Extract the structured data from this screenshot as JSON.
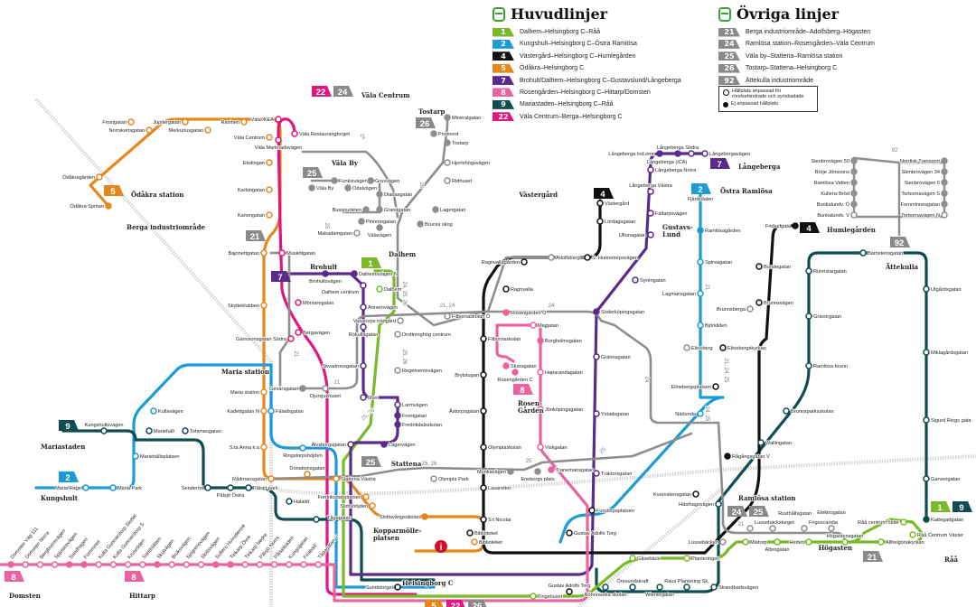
{
  "legend_main": {
    "title": "Huvudlinjer",
    "icon": "bus-icon",
    "lines": [
      {
        "number": "1",
        "color": "#7ab929",
        "route": "Dalhem–Helsingborg C–Råå"
      },
      {
        "number": "2",
        "color": "#1d9bd7",
        "route": "Kungshult–Helsingborg C–Östra Ramlösa"
      },
      {
        "number": "4",
        "color": "#111111",
        "route": "Västergård–Helsingborg C–Humlegården"
      },
      {
        "number": "5",
        "color": "#e5871d",
        "route": "Ödåkra–Helsingborg C"
      },
      {
        "number": "7",
        "color": "#5a2b8a",
        "route": "Brohult/Dalhem–Helsingborg C–Gustavslund/Långeberga"
      },
      {
        "number": "8",
        "color": "#e9649f",
        "route": "Rosengården–Helsingborg C–Hittarp/Domsten"
      },
      {
        "number": "9",
        "color": "#0f4d52",
        "route": "Mariastaden–Helsingborg C–Råå"
      },
      {
        "number": "22",
        "color": "#e0177f",
        "route": "Väla Centrum–Berga–Helsingborg C"
      }
    ]
  },
  "legend_other": {
    "title": "Övriga linjer",
    "icon": "bus-icon",
    "lines": [
      {
        "number": "21",
        "color": "#8a8a8a",
        "route": "Berga industriområde–Adolfsberg–Högasten"
      },
      {
        "number": "24",
        "color": "#8a8a8a",
        "route": "Ramlösa station–Rosengården–Väla Centrum"
      },
      {
        "number": "25",
        "color": "#8a8a8a",
        "route": "Väla by–Stattena–Ramlösa station"
      },
      {
        "number": "26",
        "color": "#8a8a8a",
        "route": "Tostarp–Stattena–Helsingborg C"
      },
      {
        "number": "92",
        "color": "#8a8a8a",
        "route": "Ättekulla industriområde"
      }
    ]
  },
  "key": {
    "accessible": "Hållplats anpassad för rörelsehindrade och synskadade",
    "not_accessible": "Ej anpassad hållplats"
  },
  "terminals": [
    {
      "name": "Ödåkra station",
      "badges": [
        "5"
      ]
    },
    {
      "name": "Väla Centrum",
      "badges": [
        "22",
        "24"
      ]
    },
    {
      "name": "Väla By",
      "badges": [
        "25"
      ]
    },
    {
      "name": "Tostarp",
      "badges": [
        "26"
      ]
    },
    {
      "name": "Berga industriområde",
      "badges": [
        "21"
      ]
    },
    {
      "name": "Brohult",
      "badges": [
        "7"
      ]
    },
    {
      "name": "Dalhem",
      "badges": [
        "1"
      ]
    },
    {
      "name": "Västergård",
      "badges": [
        "4"
      ]
    },
    {
      "name": "Långeberga",
      "badges": [
        "7"
      ]
    },
    {
      "name": "Östra Ramlösa",
      "badges": [
        "2"
      ]
    },
    {
      "name": "Humlegården",
      "badges": [
        "4"
      ]
    },
    {
      "name": "Ättekulla",
      "badges": [
        "92"
      ]
    },
    {
      "name": "Mariastaden",
      "badges": [
        "9"
      ]
    },
    {
      "name": "Kungshult",
      "badges": [
        "2"
      ]
    },
    {
      "name": "Stattena",
      "badges": [
        "25"
      ]
    },
    {
      "name": "Rosen-Gården",
      "badges": [
        "8"
      ]
    },
    {
      "name": "Ramlösa station",
      "badges": [
        "24",
        "25"
      ]
    },
    {
      "name": "Högasten",
      "badges": [
        "21"
      ]
    },
    {
      "name": "Råå",
      "badges": [
        "1",
        "9"
      ]
    },
    {
      "name": "Domsten",
      "badges": [
        "8"
      ]
    },
    {
      "name": "Hittarp",
      "badges": [
        "8"
      ]
    },
    {
      "name": "Helsingborg C",
      "badges": [
        "5",
        "22",
        "26"
      ]
    },
    {
      "name": "Gustavs-Lund",
      "badges": []
    },
    {
      "name": "Maria station",
      "badges": []
    },
    {
      "name": "Kopparmölle-platsen",
      "badges": []
    }
  ],
  "segment_labels": [
    "24",
    "26",
    "25",
    "21, 24",
    "24",
    "24, 25, 26",
    "25, 26",
    "25, 26",
    "21",
    "21",
    "25, 26",
    "25",
    "24",
    "21",
    "24, 25",
    "21, 24, 25",
    "92",
    "21",
    "25"
  ],
  "info_icon": "i",
  "stations": {
    "line5": [
      "Ödåkra Spritan",
      "Ödåkragården",
      "Frostgatan",
      "Norrskensgatan",
      "Jupitergatan",
      "Merkuriusgatan",
      "Ravinen",
      "Väla Centrum",
      "Ekslingan",
      "Karbingatan",
      "Kanongatan",
      "Bajonettgatan",
      "Skytteklubben",
      "Maria station",
      "Kadettgatan N",
      "S:ta Anna k:a",
      "Rådmansgatan",
      "Donationsgatan",
      "Stattena Västra",
      "Fredriksdalsplatsen",
      "Slottshöjden",
      "Slottsvångsskolan",
      "Biblioteket"
    ],
    "line22": [
      "Väla IKEA",
      "Väla Marknadsvägen",
      "Väla Restaurangtorget",
      "Muskötgatan",
      "Garnisonsgatan Södra",
      "Mörsaregatan",
      "Bergavägen"
    ],
    "line25": [
      "Funkisvägen",
      "Gruvvägen",
      "Väla By",
      "Odalvägen",
      "Diabasgatan",
      "Busspunkten",
      "Granitgatan",
      "Pinnmogatan",
      "Välavägen",
      "Makadamgatan"
    ],
    "line26": [
      "Mineralgatan",
      "Postnord",
      "Tostarp",
      "Hjortshögsvägen",
      "Ridhuset",
      "Lagergatan",
      "Bruces skog",
      "Vasatorps trädgård",
      "Drottninghög centrum",
      "Regementsvägen",
      "Olympia Park"
    ],
    "line7": [
      "Brohultsvägen",
      "Dalhemsvägen N",
      "Dalhem centrum",
      "Annerovägen",
      "Rökullagatan",
      "Skvadronsgatan",
      "Maxi",
      "Larmvägen",
      "Frontgatan",
      "Fredrikdalsskolan",
      "Lägervägen",
      "Älvsborgsgatan",
      "Långeberga Ind.omr.",
      "Långeberga Södra",
      "Långeberga (ICA)",
      "Långebergavägen",
      "Långeberga Norra",
      "Långeberga Västra",
      "Fältarpsvägen",
      "Ultunagatan",
      "Syréngatan",
      "Söderköpingsgatan",
      "Grännagatan",
      "Ystadsgatan",
      "Traktorsgatan"
    ],
    "line1": [
      "Dalhem",
      "Miatorp",
      "Albrogatan",
      "Heden",
      "Högastensgatan",
      "Allhelgonakyrkan",
      "Råå Centrum Väster",
      "Råå centrum öster",
      "Tingshuset",
      "Gåsebäck",
      "Planteringen"
    ],
    "line21": [
      "Gevärsgatan",
      "Djursjukhuset",
      "Filbornaskolan Ö",
      "Adolfsberg",
      "Brunnsberga",
      "Elineberg",
      "Lussebäcksturget",
      "Rusthållsgatan",
      "Frigoscandia",
      "Elektrogatan",
      "Lussebäcken"
    ],
    "line4": [
      "Västergård",
      "Lördagsgatan",
      "S. Hunnetorpsvägen",
      "Ragnvallagården",
      "Ragnvalla",
      "Filbornaskolan",
      "Brytstugan",
      "Åstorpsgatan",
      "Olympiaskolan",
      "Lasarettet",
      "S:t Nicolai",
      "Fridas gata",
      "Bondegatan",
      "Brunnsvägen",
      "Elinebergskyrkan",
      "Elinebergsplatsen",
      "Rågångsgatan V",
      "Kvarnstensgatan",
      "Furutorpsplatsen"
    ],
    "line8": [
      "Rosengården Ö",
      "Majgatan",
      "Skaragatan",
      "Rosengården C",
      "Borgholmsgatan",
      "Haparandagatan",
      "Jönköpingsgatan",
      "Viskgatan",
      "Tranemansgatan",
      "Domsten Väg 111",
      "Domsten Norra",
      "Bergbomsvägen",
      "Spjutarevägen",
      "Sandhagen",
      "Fornminet",
      "Kulla Gunnarstorp Slottet",
      "Kulla Gunnarstorp S",
      "Krusetiden",
      "Sandslätten",
      "Skolvägen",
      "Bruksvägen",
      "Sjögrensvägen",
      "Slottsvägen",
      "Sofiero Huvudentré",
      "Tinkarp Övre",
      "Tinkarp Nedre",
      "Pålsjö Norra",
      "Pålsjöbaden",
      "Kungsgatan",
      "Friabad",
      "Tågagatan V"
    ],
    "line9": [
      "Kungshultsvägen",
      "Mariehäll",
      "Tofsmesgatan",
      "Senderöd",
      "Pålsjö Östra",
      "Pålsjö park",
      "Halalid",
      "Tågagatan",
      "Bärnstensgatan",
      "Runristargatan",
      "Gravörgatan",
      "Ramlösa brunn",
      "Brunnsparksskolan",
      "Wallingatan",
      "Hästhagsvägen",
      "Strandbadsvägen",
      "Raus Plantering Sk.",
      "Wienergatan",
      "Öresundskraft",
      "Rönnowska skolan",
      "Utgårdsgatan",
      "Miklagårdsgatan",
      "Sigurd Rings gata",
      "Garverigatan",
      "Kattegattgatan"
    ],
    "line2": [
      "Maria Hage",
      "Maria Park",
      "Mariehällsplatsen",
      "Kullavägen",
      "Fäladsgatan",
      "Ringstorpshöjden",
      "Fjärilsdalen",
      "Ramlösagården",
      "Spireagatan",
      "Lagmansgatan",
      "Björkliden",
      "Närlunda"
    ],
    "line24": [
      "Munkavägen",
      "Eneborgs plats"
    ],
    "line92": [
      "Stenbrovägen 50",
      "Börje Jönssons",
      "Ramlösa Vatten",
      "Kullens Bröd",
      "Bunkalundv. Ö",
      "Bunkalundv. V",
      "Nordisk Transport",
      "Stenbrovägen 34",
      "Stenbrovägen 6",
      "Torbornavägen S",
      "Fornminnesgatan",
      "Torbornavägen N"
    ],
    "central": [
      "Sundstorget",
      "Biblioteket",
      "Gustav Adolfs Torg",
      "Gustav Adolfs Torg"
    ]
  }
}
